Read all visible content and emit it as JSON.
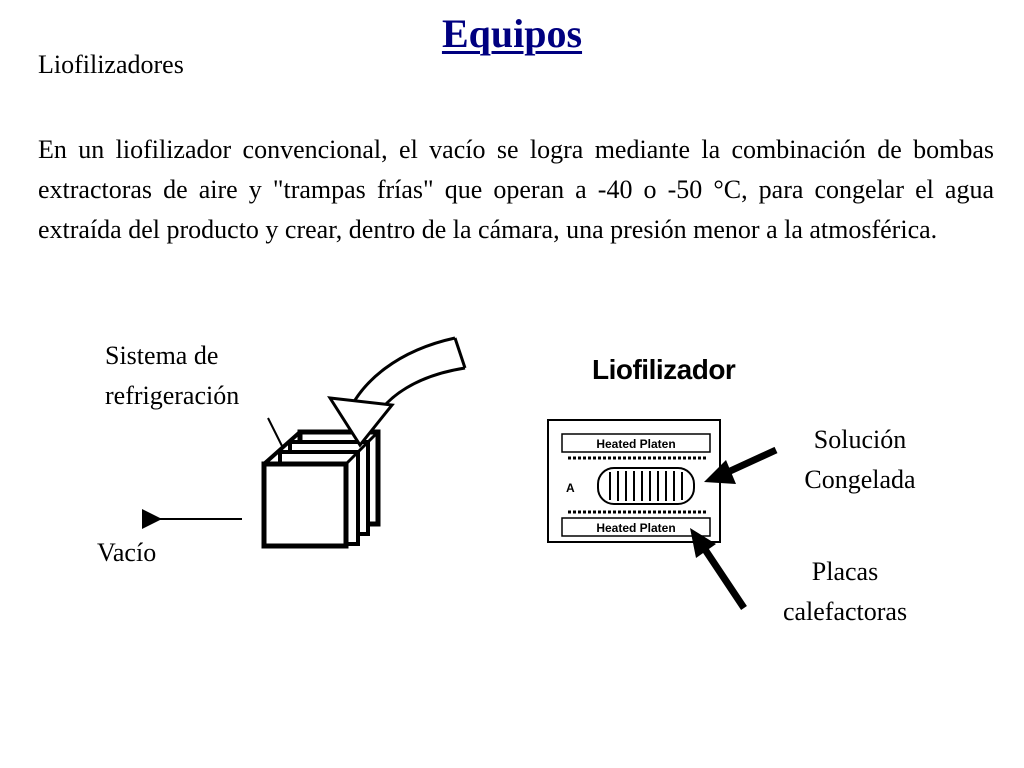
{
  "slide": {
    "title": "Equipos",
    "subtitle": "Liofilizadores",
    "paragraph": "En un liofilizador convencional, el vacío se logra mediante la combinación de bombas extractoras de aire y \"trampas frías\" que operan a -40 o -50 °C, para congelar el agua extraída del producto y crear, dentro de la cámara, una presión menor a la atmosférica."
  },
  "labels": {
    "sistema_line1": "Sistema de",
    "sistema_line2": "refrigeración",
    "vacio": "Vacío",
    "solucion_line1": "Solución",
    "solucion_line2": "Congelada",
    "placas_line1": "Placas",
    "placas_line2": "calefactoras"
  },
  "diagram": {
    "title": "Liofilizador",
    "platen_top": "Heated Platen",
    "platen_bottom": "Heated Platen",
    "marker": "A"
  },
  "colors": {
    "title": "#000080",
    "text": "#000000"
  }
}
